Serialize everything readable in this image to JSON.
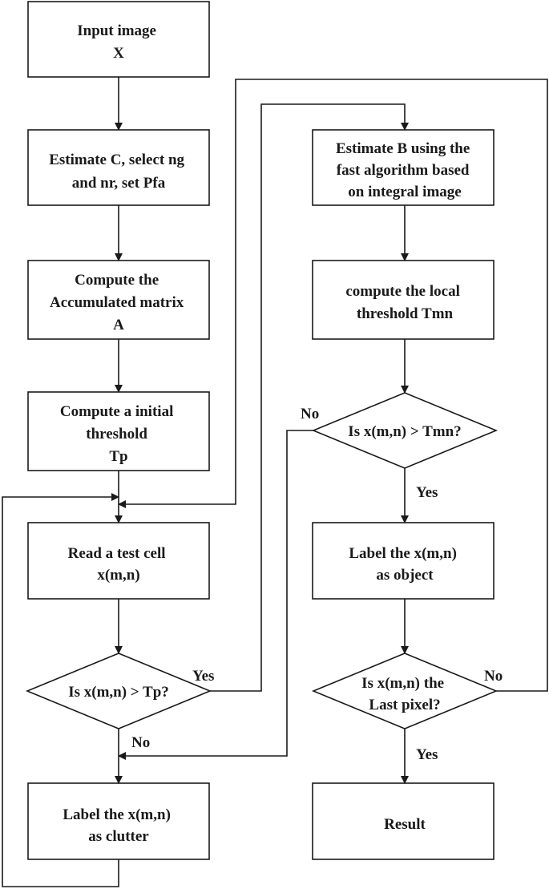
{
  "nodes": {
    "input_image": [
      "Input image",
      "X"
    ],
    "estimate_c": [
      "Estimate C, select ng",
      "and nr, set Pfa"
    ],
    "compute_accumulated": [
      "Compute the",
      "Accumulated matrix",
      "A"
    ],
    "compute_initial_threshold": [
      "Compute a  initial",
      "threshold",
      "Tp"
    ],
    "read_test_cell": [
      "Read a test cell",
      "x(m,n)"
    ],
    "decision_tp": [
      "Is x(m,n) > Tp?"
    ],
    "label_clutter": [
      "Label the x(m,n)",
      "as  clutter"
    ],
    "estimate_b": [
      "Estimate B using the",
      "fast algorithm based",
      "on integral image"
    ],
    "compute_local_threshold": [
      "compute the local",
      "threshold Tmn"
    ],
    "decision_tmn": [
      "Is x(m,n) > Tmn?"
    ],
    "label_object": [
      "Label the x(m,n)",
      "as object"
    ],
    "decision_last_pixel": [
      "Is x(m,n) the",
      "Last pixel?"
    ],
    "result": [
      "Result"
    ]
  },
  "edge_labels": {
    "tp_yes": "Yes",
    "tp_no": "No",
    "tmn_no": "No",
    "tmn_yes": "Yes",
    "last_no": "No",
    "last_yes": "Yes"
  }
}
